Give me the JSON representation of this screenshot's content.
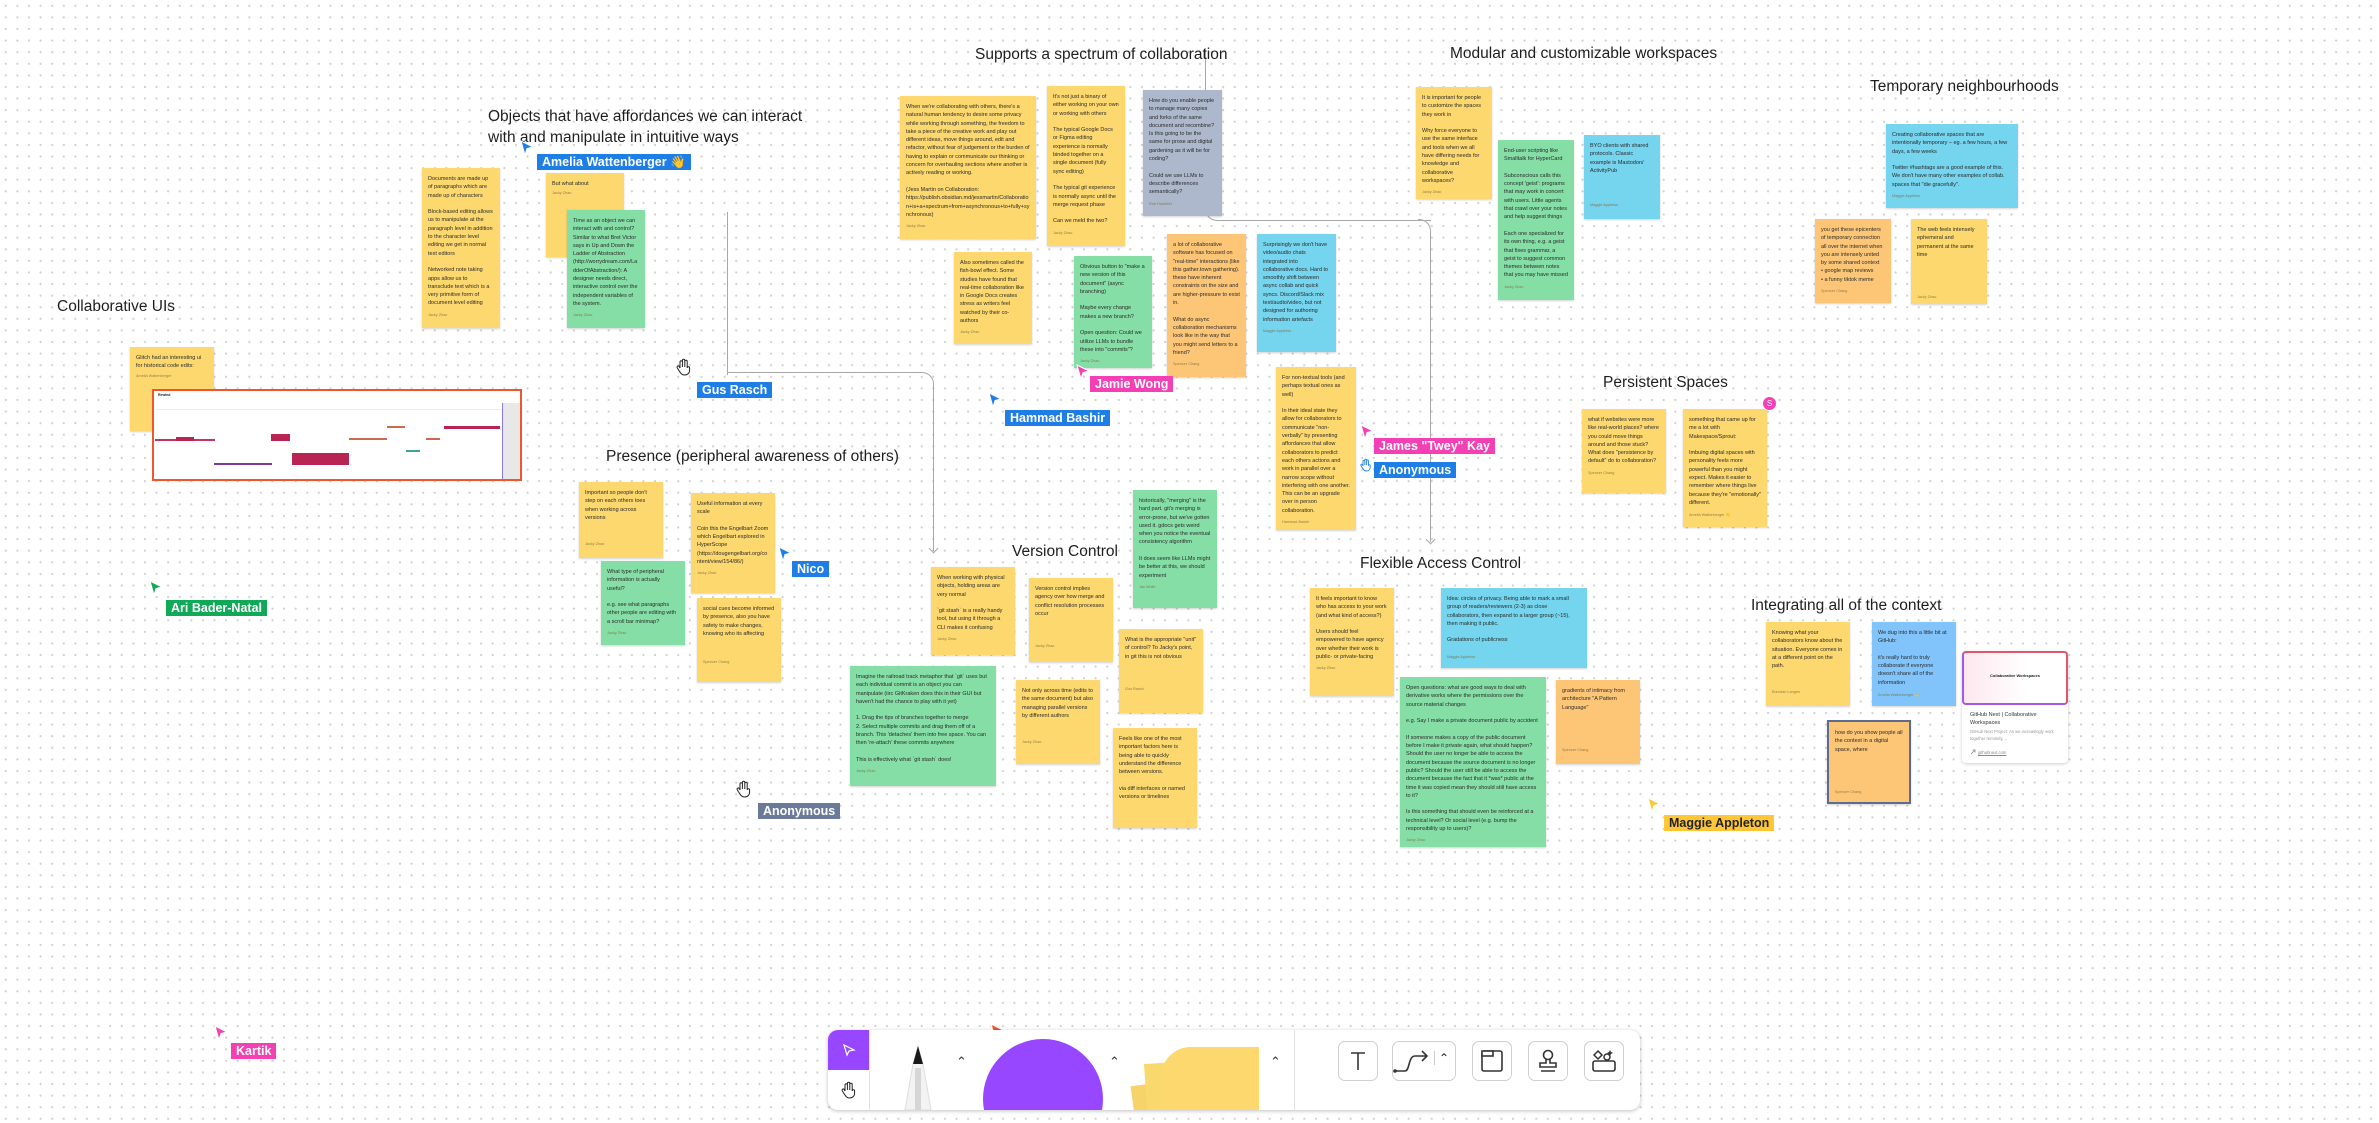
{
  "headings": {
    "objects": "Objects that have affordances we can interact\nwith and manipulate in intuitive ways",
    "spectrum": "Supports a spectrum of collaboration",
    "modular": "Modular and customizable workspaces",
    "temporary": "Temporary neighbourhoods",
    "collab_uis": "Collaborative UIs",
    "presence": "Presence (peripheral awareness of others)",
    "version_control": "Version Control",
    "persistent": "Persistent Spaces",
    "access": "Flexible Access Control",
    "integrating": "Integrating all of the context"
  },
  "stickies": [
    {
      "text": "Documents are made up of paragraphs which are made up of characters\n\nBlock-based editing allows us to manipulate at the paragraph level in addition to the character level editing we get in normal text editors\n\nNetworked note taking apps allow us to transclude text which is a very primitive form of document level editing",
      "author": "Jacky Zhao"
    },
    {
      "text": "But what about",
      "author": "Jacky Zhao"
    },
    {
      "text": "Time as an object we can interact with and control? Similar to what Bret Victor says in Up and Down the Ladder of Abstraction (http://worrydream.com/LadderOfAbstraction/): A designer needs direct, interactive control over the independent variables of the system.",
      "author": "Jacky Zhao"
    },
    {
      "text": "When we're collaborating with others, there's a natural human tendency to desire some privacy while working through something, the freedom to take a piece of the creative work and play out different ideas, move things around, edit and refactor, without fear of judgement or the burden of having to explain or communicate our thinking or concern for overhauling sections where another is actively reading or working.\n\n(Jess Martin on Collaboration: https://publish.obsidian.md/jessmartin/Collaboration+is+a+spectrum+from+asynchronous+to+fully+synchronous)",
      "author": "Jacky Zhao"
    },
    {
      "text": "It's not just a binary of either working on your own or working with others\n\nThe typical Google Docs or Figma editing experience is normally binded together on a single document (fully sync editing)\n\nThe typical git experience is normally async until the merge request phase\n\nCan we meld the two?",
      "author": "Jacky Zhao"
    },
    {
      "text": "How do you enable people to manage many copies and forks of the same document and recombine? Is this going to be the same for prose and digital gardening as it will be for coding?\n\nCould we use LLMs to describe differences semantically?",
      "author": "Rob Haisfield"
    },
    {
      "text": "Also sometimes called the fish-bowl effect. Some studies have found that real-time collaboration like in Google Docs creates stress as writers feel watched by their co-authors",
      "author": "Jacky Zhao"
    },
    {
      "text": "Obvious button to \"make a new version of this document\" (async branching)\n\nMaybe every change makes a new branch?\n\nOpen question: Could we utilize LLMs to bundle these into \"commits\"?",
      "author": "Jacky Zhao"
    },
    {
      "text": "a lot of collaborative software has focused on \"real-time\" interactions (like this gather.town gathering). these have inherent constraints on the size and are higher-pressure to exist in.\n\nWhat do async collaboration mechanisms look like in the way that you might send letters to a friend?",
      "author": "Spencer Chang"
    },
    {
      "text": "Surprisingly we don't have video/audio chats integrated into collaborative docs. Hard to smoothly shift between async collab and quick syncs. Discord/Slack mix text/audio/video, but not designed for authoring information artefacts",
      "author": "Maggie Appleton"
    },
    {
      "text": "For non-textual tools (and perhaps textual ones as well)\n\nIn their ideal state they allow for collaborators to communicate \"non-verbally\" by presenting affordances that allow collaborators to predict each others actions and work in parallel over a narrow scope without interfering with one another. This can be an upgrade over in person collaboration.",
      "author": "Hammad Bashir"
    },
    {
      "text": "It is important for people to customize the spaces they work in\n\nWhy force everyone to use the same interface and tools when we all have differing needs for knowledge and collaborative workspaces?",
      "author": "Jacky Zhao"
    },
    {
      "text": "End-user scripting like Smalltalk for HyperCard\n\nSubconscious calls this concept 'geist': programs that may work in concert with users. Little agents that crawl over your notes and help suggest things\n\nEach one specialized for its own thing, e.g. a geist that fixes grammar, a geist to suggest common themes between notes that you may have missed",
      "author": "Jacky Zhao"
    },
    {
      "text": "BYO clients with shared protocols. Classic example is Mastodon/ ActivityPub",
      "author": "Maggie Appleton"
    },
    {
      "text": "Creating collaborative spaces that are intentionally temporary – eg. a few hours, a few days, a few weeks\n\nTwitter #hashtags are a good example of this. We don't have many other examples of collab. spaces that \"die gracefully\".",
      "author": "Maggie Appleton"
    },
    {
      "text": "you get these epicenters of temporary connection all over the internet when you are intensely united by some shared context\n  • google map reviews\n  • a funny tiktok meme",
      "author": "Spencer Chang"
    },
    {
      "text": "The web feels intensely ephemeral and permanent at the same time",
      "author": "Jacky Zhao"
    },
    {
      "text": "what if websites were more like real-world places? where you could move things around and those stuck? What does \"persistence by default\" do to collaboration?",
      "author": "Spencer Chang"
    },
    {
      "text": "something that came up for me a lot with Makespace/Sprout:\n\nImbuing digital spaces with personality feels more powerful than you might expect. Makes it easier to remember where things live because they're \"emotionally\" different.",
      "author": "Amelia Wattenberger 👋"
    },
    {
      "text": "Glitch had an interesting ui for historical code edits:",
      "author": "Amelia Wattenberger"
    },
    {
      "text": "Important so people don't step on each others toes when working across versions",
      "author": "Jacky Zhao"
    },
    {
      "text": "What type of peripheral information is actually useful?\n\ne.g. see what paragraphs other people are editing with a scroll bar minimap?",
      "author": "Jacky Zhao"
    },
    {
      "text": "Useful information at every scale\n\nCoin this the Engelbart Zoom which Engelbart explored in HyperScope (https://dougengelbart.org/content/view/154/86/)",
      "author": "Jacky Zhao"
    },
    {
      "text": "social cues become informed by presence, also you have safety to make changes, knowing who its affecting",
      "author": "Spencer Chang"
    },
    {
      "text": "When working with physical objects, holding areas are very normal\n\n`git stash` is a really handy tool, but using it through a CLI makes it confusing",
      "author": "Jacky Zhao"
    },
    {
      "text": "Imagine the railroad track metaphor that `git` uses but each individual commit is an object you can manipulate (iirc GitKraken does this in their GUI but haven't had the chance to play with it yet)\n\n  1. Drag the tips of branches together to merge\n  2. Select multiple commits and drag them off of a branch. This 'detaches' them into free space. You can then 're-attach' these commits anywhere\n\nThis is effectively what `git stash` does!",
      "author": "Jacky Zhao"
    },
    {
      "text": "Version control implies agency over how merge and conflict resolution processes occur",
      "author": "Jacky Zhao"
    },
    {
      "text": "historically, \"merging\" is the hard part. git's merging is error-prone, but we've gotten used it. gdocs gets weird when you notice the eventual consistency algorithm\n\nIt does seem like LLMs might be better at this, we should experiment",
      "author": "Jas Wolfe"
    },
    {
      "text": "What is the appropriate \"unit\" of control? To Jacky's point, in git this is not obvious",
      "author": "Gus Rasch"
    },
    {
      "text": "Not only across time (edits to the same document) but also managing parallel versions by different authors",
      "author": "Jacky Zhao"
    },
    {
      "text": "Feels like one of the most important factors here is being able to quickly understand the difference between versions.\n\nvia diff interfaces or named versions or timelines"
    },
    {
      "text": "It feels important to know who has access to your work (and what kind of access?)\n\nUsers should feel empowered to have agency over whether their work is public- or private-facing",
      "author": "Jacky Zhao"
    },
    {
      "text": "Idea: circles of privacy. Being able to mark a small group of readers/reviewers (2-3) as close collaborators, then expand to a larger group (~15), then making it public.\n\nGradations of publicness",
      "author": "Maggie Appleton"
    },
    {
      "text": "Open questions: what are good ways to deal with derivative works where the permissions over the source material changes\n\ne.g. Say I make a private document public by accident\n\nIf someone makes a copy of the public document before I make it private again, what should happen? Should the user no longer be able to access the document because the source document is no longer public? Should the user still be able to access the document because the fact that it *was* public at the time it was copied mean they should still have access to it?\n\nIs this something that should even be reinforced at a technical level? Or social level (e.g. bump the responsibility up to users)?",
      "author": "Jacky Zhao"
    },
    {
      "text": "gradients of intimacy from architecture \"A Pattern Language\"",
      "author": "Spencer Chang"
    },
    {
      "text": "Knowing what your collaborators know about the situation. Everyone comes in at a different point on the path.",
      "author": "Brendan Langen"
    },
    {
      "text": "We dug into this a little bit at GitHub:\n\nit's really hard to truly collaborate if everyone doesn't share all of the information",
      "author": "Amelia Wattenberger 👋"
    },
    {
      "text": "how do you show people all the context in a digital space, where",
      "author": "Spencer Chang"
    }
  ],
  "avatar_badge": "S",
  "glitch_screenshot": {
    "title": "Rewind"
  },
  "link_card": {
    "preview_title": "Collaborative Workspaces",
    "title": "GitHub Next | Collaborative Workspaces",
    "description": "GitHub Next Project: As we increasingly work together remotely,...",
    "url": "githubnext.com"
  },
  "cursors": [
    {
      "name": "Amelia Wattenberger 👋",
      "color": "#1e7ee6"
    },
    {
      "name": "Jamie Wong",
      "color": "#f53fb5"
    },
    {
      "name": "Gus Rasch",
      "color": "#1e7ee6"
    },
    {
      "name": "Hammad Bashir",
      "color": "#1e7ee6"
    },
    {
      "name": "James \"Twey\" Kay",
      "color": "#f53fb5"
    },
    {
      "name": "Anonymous",
      "color": "#1e7ee6"
    },
    {
      "name": "Nico",
      "color": "#1e7ee6"
    },
    {
      "name": "Ari Bader-Natal",
      "color": "#0fa958"
    },
    {
      "name": "Anonymous",
      "color": "#6b7a99"
    },
    {
      "name": "Maggie Appleton",
      "color": "#ffc737"
    },
    {
      "name": "Kartik",
      "color": "#f53fb5"
    }
  ],
  "toolbar": {
    "tools": [
      "select-tool",
      "hand-tool",
      "marker-tool",
      "shape-tool",
      "sticky-tool",
      "text-tool",
      "connector-tool",
      "section-tool",
      "stamp-tool",
      "widgets-tool"
    ],
    "accent": "#9747ff"
  }
}
